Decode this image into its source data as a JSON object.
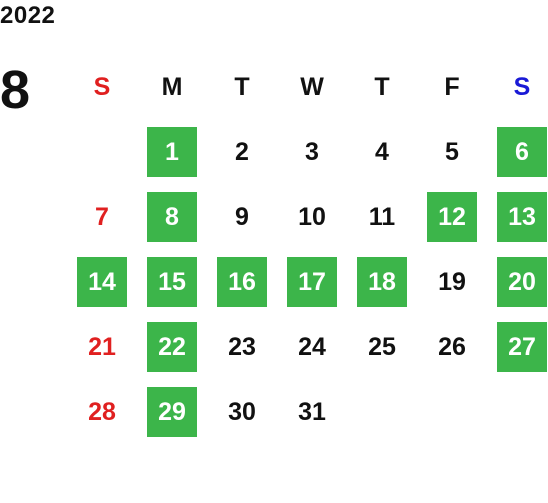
{
  "year": "2022",
  "month": "8",
  "weekdays": [
    "S",
    "M",
    "T",
    "W",
    "T",
    "F",
    "S"
  ],
  "colors": {
    "green": "#3cb54a",
    "sunday_red": "#e02020",
    "saturday_blue": "#1a1ad6",
    "text": "#111111"
  },
  "days": [
    "",
    "1",
    "2",
    "3",
    "4",
    "5",
    "6",
    "7",
    "8",
    "9",
    "10",
    "11",
    "12",
    "13",
    "14",
    "15",
    "16",
    "17",
    "18",
    "19",
    "20",
    "21",
    "22",
    "23",
    "24",
    "25",
    "26",
    "27",
    "28",
    "29",
    "30",
    "31",
    "",
    "",
    ""
  ],
  "highlighted_days": [
    "1",
    "6",
    "8",
    "12",
    "13",
    "14",
    "15",
    "16",
    "17",
    "18",
    "20",
    "22",
    "27",
    "29"
  ]
}
